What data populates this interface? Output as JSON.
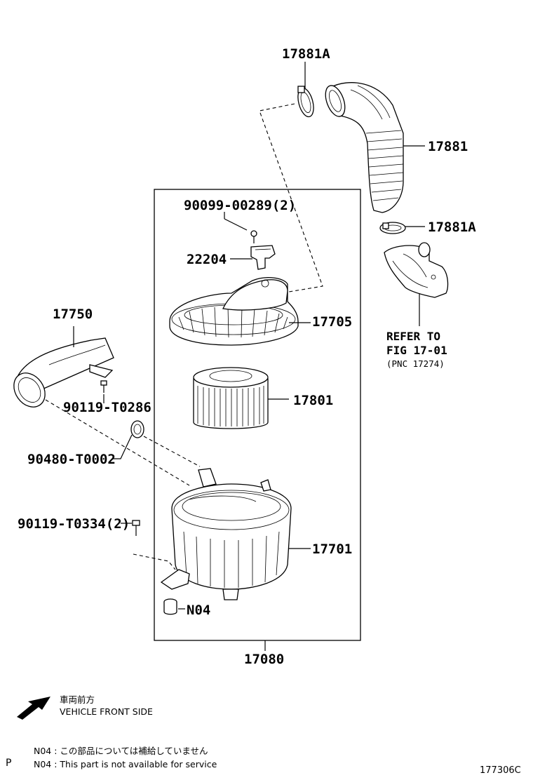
{
  "labels": {
    "hose_clamp_top": "17881A",
    "hose": "17881",
    "hose_clamp_bottom": "17881A",
    "screw_sensor": "90099-00289(2)",
    "sensor": "22204",
    "cap": "17705",
    "element": "17801",
    "case": "17701",
    "assy": "17080",
    "inlet": "17750",
    "bolt_inlet": "90119-T0286",
    "grommet": "90480-T0002",
    "bolt_case": "90119-T0334(2)",
    "n04": "N04"
  },
  "refer": {
    "line1": "REFER TO",
    "line2": "FIG 17-01",
    "line3": "(PNC 17274)"
  },
  "direction": {
    "jp": "車両前方",
    "en": "VEHICLE FRONT SIDE"
  },
  "notes": {
    "jp": "N04 : この部品については補給していません",
    "en": "N04 : This part is not available for service"
  },
  "corner_mark": "P",
  "figure_id": "177306C"
}
